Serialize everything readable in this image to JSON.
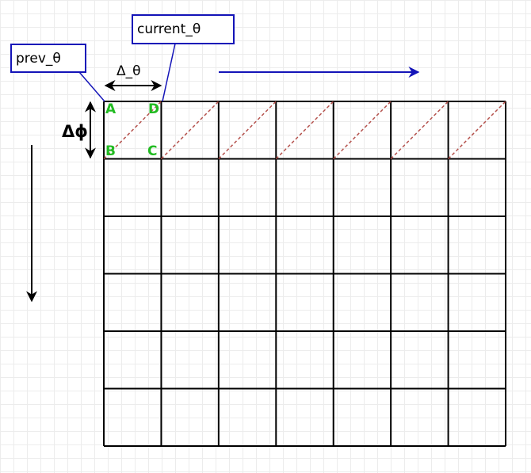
{
  "labels": {
    "current_theta": "current_θ",
    "prev_theta": "prev_θ",
    "delta_theta": "Δ_θ",
    "delta_phi": "Δϕ"
  },
  "points": {
    "a": "A",
    "b": "B",
    "c": "C",
    "d": "D"
  },
  "grid": {
    "columns": 7,
    "rows": 6
  },
  "colors": {
    "callout_border": "#1414b8",
    "point_label": "#22bb22",
    "diagonal": "#b5524d",
    "theta_arrow": "#1414b8",
    "phi_arrow": "#000000"
  }
}
